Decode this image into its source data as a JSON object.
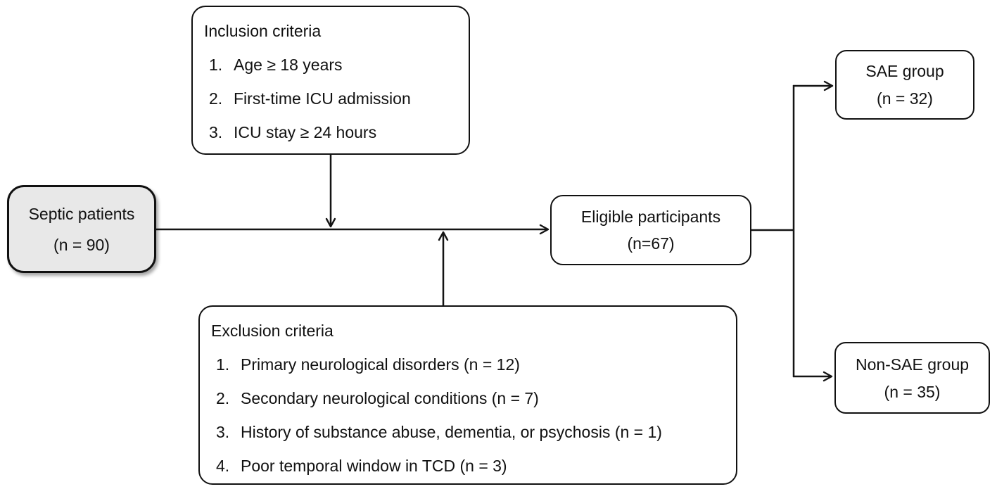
{
  "diagram": {
    "inclusion": {
      "title": "Inclusion criteria",
      "items": [
        "Age ≥ 18 years",
        "First-time ICU admission",
        "ICU stay ≥ 24 hours"
      ]
    },
    "exclusion": {
      "title": "Exclusion criteria",
      "items": [
        "Primary neurological disorders (n = 12)",
        "Secondary neurological conditions (n = 7)",
        "History of substance abuse, dementia, or psychosis (n = 1)",
        "Poor temporal window in TCD (n = 3)"
      ]
    },
    "septic": {
      "line1": "Septic patients",
      "line2": "(n = 90)"
    },
    "eligible": {
      "line1": "Eligible participants",
      "line2": "(n=67)"
    },
    "sae": {
      "line1": "SAE group",
      "line2": "(n = 32)"
    },
    "nonsae": {
      "line1": "Non-SAE group",
      "line2": "(n = 35)"
    },
    "colors": {
      "line": "#141414",
      "box_border": "#111111",
      "box_fill": "#ffffff",
      "septic_fill": "#e8e8e8"
    }
  }
}
